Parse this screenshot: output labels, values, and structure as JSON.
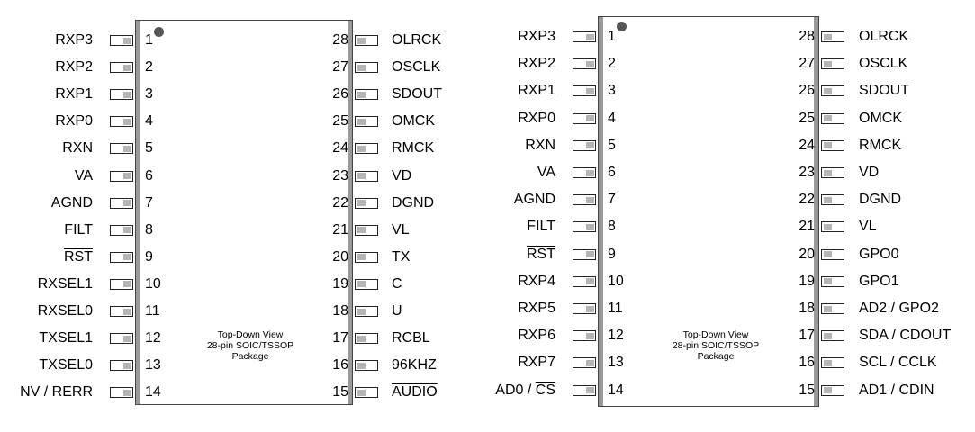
{
  "packages": [
    {
      "id": "left",
      "note": [
        "Top-Down View",
        "28-pin SOIC/TSSOP",
        "Package"
      ],
      "left_pins": [
        {
          "num": "1",
          "name": "RXP3"
        },
        {
          "num": "2",
          "name": "RXP2"
        },
        {
          "num": "3",
          "name": "RXP1"
        },
        {
          "num": "4",
          "name": "RXP0"
        },
        {
          "num": "5",
          "name": "RXN"
        },
        {
          "num": "6",
          "name": "VA"
        },
        {
          "num": "7",
          "name": "AGND"
        },
        {
          "num": "8",
          "name": "FILT"
        },
        {
          "num": "9",
          "name": "RST",
          "overline": true
        },
        {
          "num": "10",
          "name": "RXSEL1"
        },
        {
          "num": "11",
          "name": "RXSEL0"
        },
        {
          "num": "12",
          "name": "TXSEL1"
        },
        {
          "num": "13",
          "name": "TXSEL0"
        },
        {
          "num": "14",
          "name": "NV / RERR"
        }
      ],
      "right_pins": [
        {
          "num": "28",
          "name": "OLRCK"
        },
        {
          "num": "27",
          "name": "OSCLK"
        },
        {
          "num": "26",
          "name": "SDOUT"
        },
        {
          "num": "25",
          "name": "OMCK"
        },
        {
          "num": "24",
          "name": "RMCK"
        },
        {
          "num": "23",
          "name": "VD"
        },
        {
          "num": "22",
          "name": "DGND"
        },
        {
          "num": "21",
          "name": "VL"
        },
        {
          "num": "20",
          "name": "TX"
        },
        {
          "num": "19",
          "name": "C"
        },
        {
          "num": "18",
          "name": "U"
        },
        {
          "num": "17",
          "name": "RCBL"
        },
        {
          "num": "16",
          "name": "96KHZ"
        },
        {
          "num": "15",
          "name": "AUDIO",
          "overline": true
        }
      ]
    },
    {
      "id": "right",
      "note": [
        "Top-Down View",
        "28-pin SOIC/TSSOP",
        "Package"
      ],
      "left_pins": [
        {
          "num": "1",
          "name": "RXP3"
        },
        {
          "num": "2",
          "name": "RXP2"
        },
        {
          "num": "3",
          "name": "RXP1"
        },
        {
          "num": "4",
          "name": "RXP0"
        },
        {
          "num": "5",
          "name": "RXN"
        },
        {
          "num": "6",
          "name": "VA"
        },
        {
          "num": "7",
          "name": "AGND"
        },
        {
          "num": "8",
          "name": "FILT"
        },
        {
          "num": "9",
          "name": "RST",
          "overline": true
        },
        {
          "num": "10",
          "name": "RXP4"
        },
        {
          "num": "11",
          "name": "RXP5"
        },
        {
          "num": "12",
          "name": "RXP6"
        },
        {
          "num": "13",
          "name": "RXP7"
        },
        {
          "num": "14",
          "name": "AD0 / ",
          "name_suffix_overline": "CS"
        }
      ],
      "right_pins": [
        {
          "num": "28",
          "name": "OLRCK"
        },
        {
          "num": "27",
          "name": "OSCLK"
        },
        {
          "num": "26",
          "name": "SDOUT"
        },
        {
          "num": "25",
          "name": "OMCK"
        },
        {
          "num": "24",
          "name": "RMCK"
        },
        {
          "num": "23",
          "name": "VD"
        },
        {
          "num": "22",
          "name": "DGND"
        },
        {
          "num": "21",
          "name": "VL"
        },
        {
          "num": "20",
          "name": "GPO0"
        },
        {
          "num": "19",
          "name": "GPO1"
        },
        {
          "num": "18",
          "name": "AD2 / GPO2"
        },
        {
          "num": "17",
          "name": "SDA / CDOUT"
        },
        {
          "num": "16",
          "name": "SCL / CCLK"
        },
        {
          "num": "15",
          "name": "AD1 / CDIN"
        }
      ]
    }
  ]
}
